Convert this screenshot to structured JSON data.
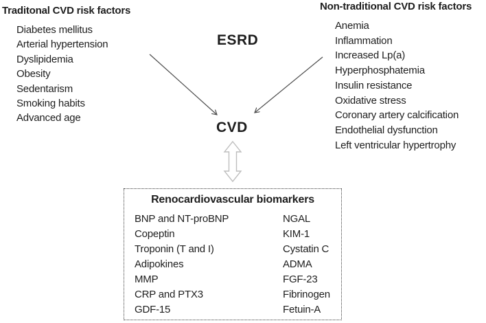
{
  "diagram": {
    "traditional": {
      "heading": "Traditonal CVD risk factors",
      "items": [
        "Diabetes mellitus",
        "Arterial hypertension",
        "Dyslipidemia",
        "Obesity",
        "Sedentarism",
        "Smoking habits",
        "Advanced age"
      ]
    },
    "nontraditional": {
      "heading": "Non-traditional CVD risk factors",
      "items": [
        "Anemia",
        "Inflammation",
        "Increased Lp(a)",
        "Hyperphosphatemia",
        "Insulin resistance",
        "Oxidative stress",
        "Coronary artery calcification",
        "Endothelial dysfunction",
        "Left ventricular hypertrophy"
      ]
    },
    "center": {
      "esrd": "ESRD",
      "cvd": "CVD"
    },
    "biomarkers": {
      "title": "Renocardiovascular biomarkers",
      "col1": [
        "BNP and NT-proBNP",
        "Copeptin",
        "Troponin (T and I)",
        "Adipokines",
        "MMP",
        "CRP and PTX3",
        "GDF-15"
      ],
      "col2": [
        "NGAL",
        "KIM-1",
        "Cystatin C",
        "ADMA",
        "FGF-23",
        "Fibrinogen",
        "Fetuin-A"
      ]
    },
    "icons": {
      "left_arrow": "diagonal-arrow-down-right",
      "right_arrow": "diagonal-arrow-down-left",
      "double_arrow": "hollow-double-vertical-arrow"
    },
    "colors": {
      "background": "#ffffff",
      "text": "#1d1d1d",
      "arrow": "#4d4d4d",
      "hollow_arrow": "#bdbdbd",
      "box_border": "#3a3a3a"
    }
  }
}
